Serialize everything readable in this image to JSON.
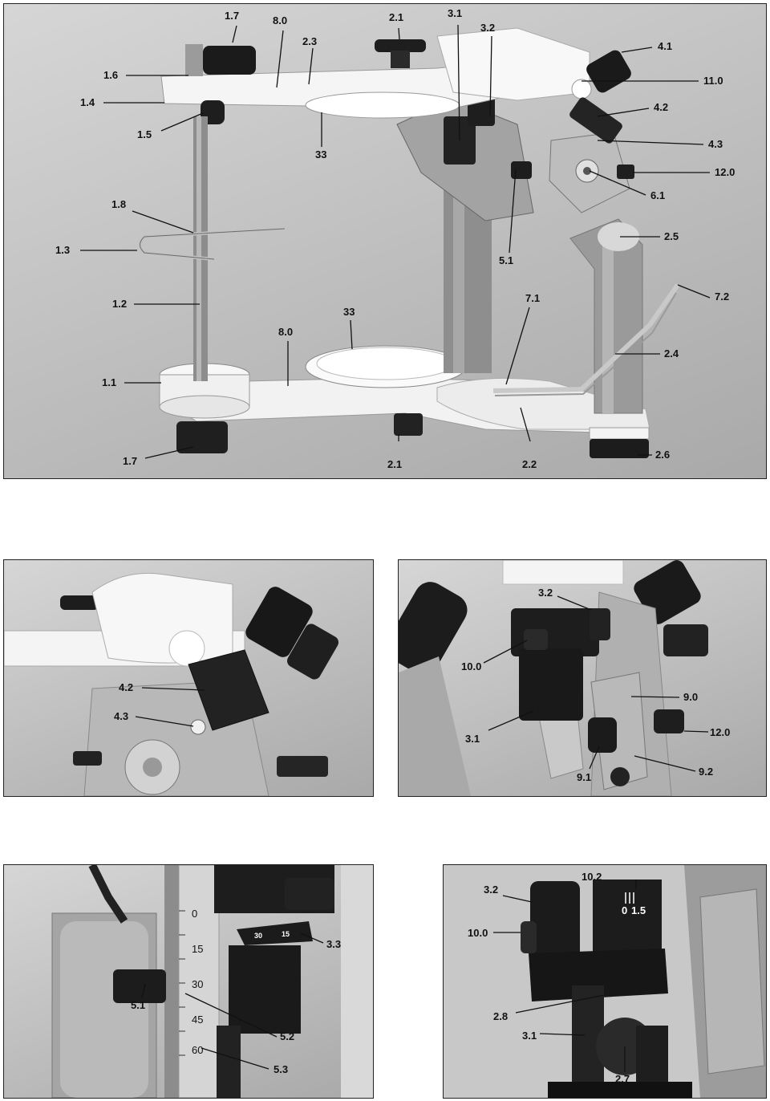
{
  "figure_main": {
    "labels": {
      "l_1_7_top": "1.7",
      "l_8_0_top": "8.0",
      "l_2_3": "2.3",
      "l_2_1_top": "2.1",
      "l_3_1": "3.1",
      "l_3_2": "3.2",
      "l_4_1": "4.1",
      "l_1_6": "1.6",
      "l_11_0": "11.0",
      "l_1_4": "1.4",
      "l_4_2": "4.2",
      "l_1_5": "1.5",
      "l_33_top": "33",
      "l_4_3": "4.3",
      "l_12_0": "12.0",
      "l_6_1": "6.1",
      "l_1_8": "1.8",
      "l_2_5": "2.5",
      "l_1_3": "1.3",
      "l_5_1": "5.1",
      "l_7_2": "7.2",
      "l_1_2": "1.2",
      "l_7_1": "7.1",
      "l_33_bot": "33",
      "l_8_0_bot": "8.0",
      "l_2_4": "2.4",
      "l_1_1": "1.1",
      "l_2_6": "2.6",
      "l_1_7_bot": "1.7",
      "l_2_1_bot": "2.1",
      "l_2_2": "2.2"
    }
  },
  "figure_top_left": {
    "labels": {
      "l_4_2": "4.2",
      "l_4_3": "4.3"
    }
  },
  "figure_top_right": {
    "labels": {
      "l_3_2": "3.2",
      "l_10_0": "10.0",
      "l_9_0": "9.0",
      "l_3_1": "3.1",
      "l_12_0": "12.0",
      "l_9_2": "9.2",
      "l_9_1": "9.1"
    }
  },
  "figure_bottom_left": {
    "scale_ticks": [
      "0",
      "15",
      "30",
      "45",
      "60"
    ],
    "small_scale": [
      "30",
      "15"
    ],
    "labels": {
      "l_3_3": "3.3",
      "l_5_1": "5.1",
      "l_5_2": "5.2",
      "l_5_3": "5.3"
    }
  },
  "figure_bottom_right": {
    "scale": [
      "0",
      "1.5"
    ],
    "labels": {
      "l_10_2": "10.2",
      "l_3_2": "3.2",
      "l_10_0": "10.0",
      "l_2_8": "2.8",
      "l_3_1": "3.1",
      "l_2_7": "2.7"
    }
  }
}
